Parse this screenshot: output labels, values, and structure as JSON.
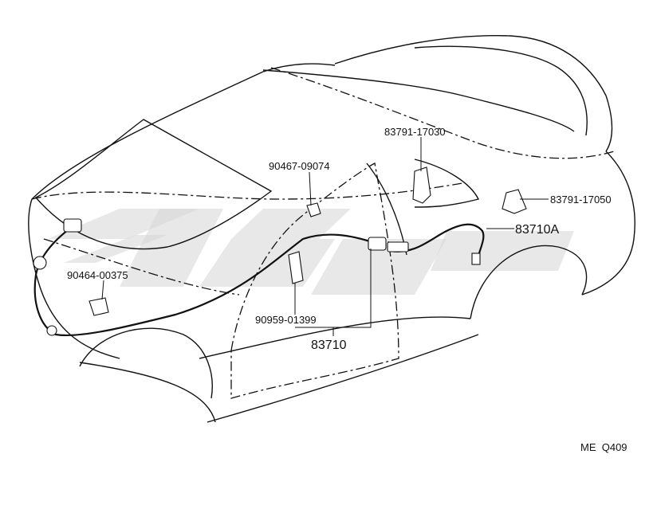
{
  "diagram": {
    "labels": {
      "p83791_17030": "83791-17030",
      "p90467_09074": "90467-09074",
      "p83791_17050": "83791-17050",
      "p83710A": "83710A",
      "p90464_00375": "90464-00375",
      "p90959_01399": "90959-01399",
      "p83710": "83710"
    },
    "figure_code": "ME  Q409"
  }
}
